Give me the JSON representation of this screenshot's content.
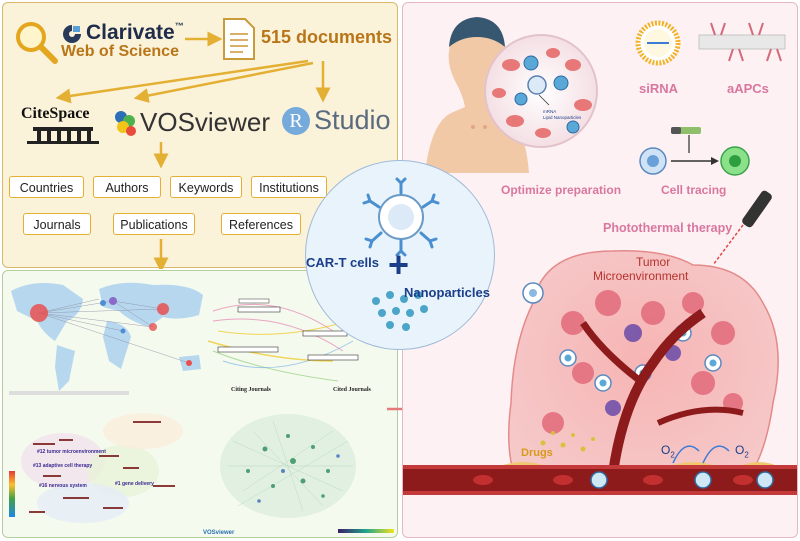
{
  "top_left": {
    "clarivate": "Clarivate",
    "tm": "™",
    "wos": "Web of Science",
    "documents": "515 documents",
    "citespace": "CiteSpace",
    "vosviewer": "VOSviewer",
    "rstudio_r": "R",
    "rstudio": "Studio",
    "tags": [
      "Countries",
      "Authors",
      "Keywords",
      "Institutions",
      "Journals",
      "Publications",
      "References"
    ]
  },
  "center": {
    "cart": "CAR-T cells",
    "plus": "+",
    "nano": "Nanoparticles"
  },
  "right": {
    "optimize": "Optimize preparation",
    "sirna": "siRNA",
    "aapcs": "aAPCs",
    "cell_tracing": "Cell tracing",
    "photothermal": "Photothermal therapy",
    "tumor": "Tumor",
    "micro": "Microenvironment",
    "drugs": "Drugs",
    "o2_a": "O",
    "o2_b": "O",
    "o2_sub": "2",
    "mrna": "mRNA",
    "lipid": "Lipid Nanoparticles"
  },
  "bottom_left": {
    "citing": "Citing Journals",
    "cited": "Cited Journals",
    "vos_logo": "VOSviewer",
    "t1": "#13 adaptive cell therapy",
    "t2": "#16 nervous system",
    "t3": "#12 tumor microenvironment",
    "t4": "#1 gene delivery"
  },
  "colors": {
    "gold": "#e4b033",
    "brown": "#b87618",
    "pink": "#d9779f",
    "navy": "#1a3e8a",
    "vessel": "#8d1b1b"
  }
}
